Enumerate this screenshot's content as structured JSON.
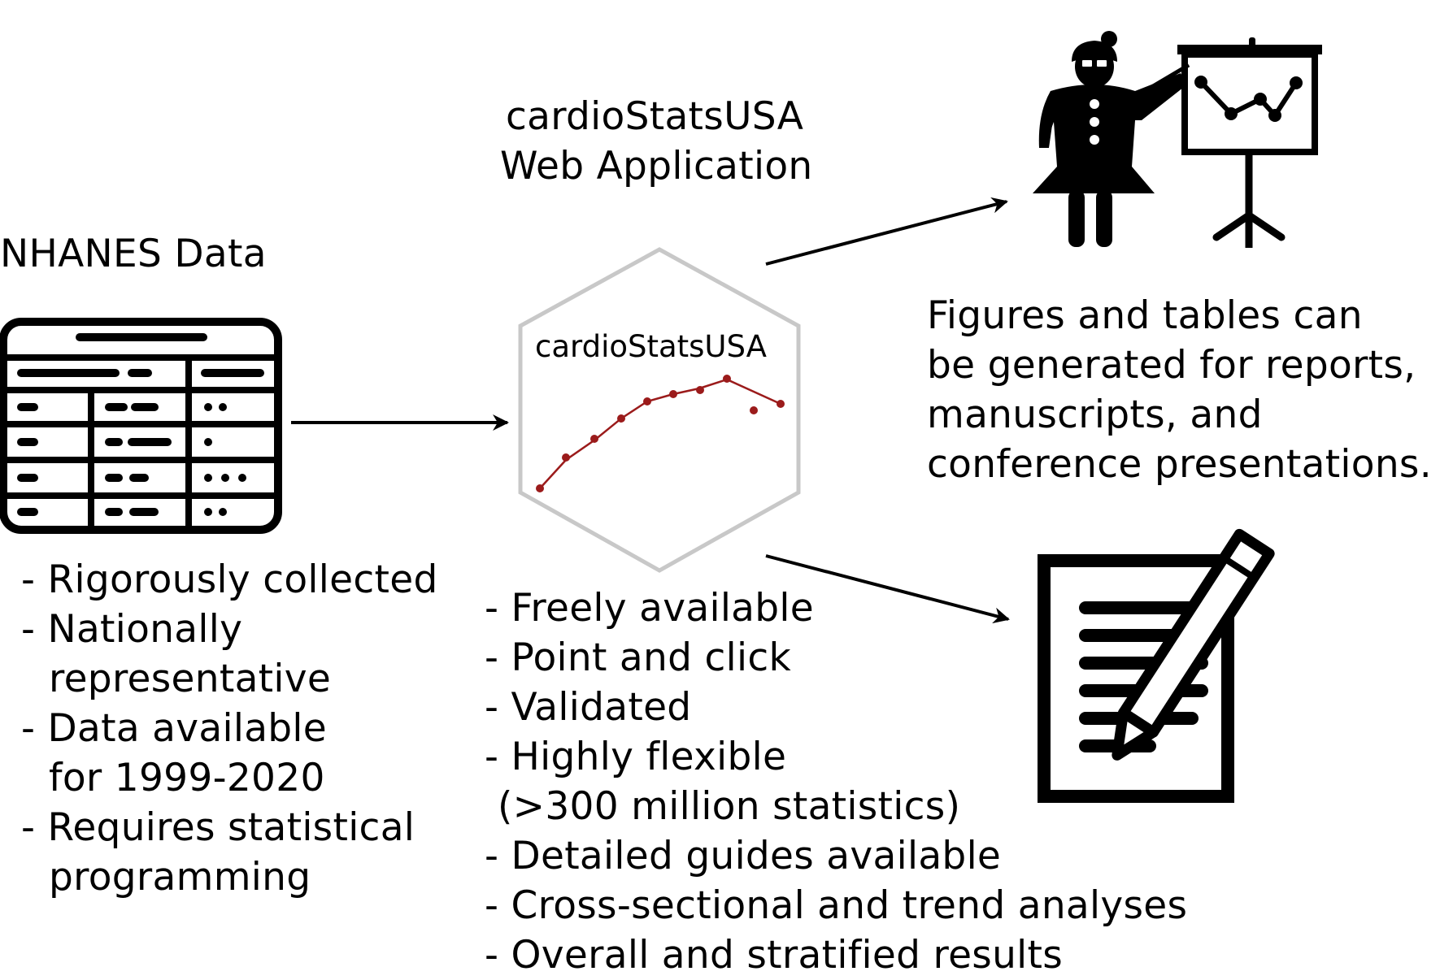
{
  "nhanes": {
    "title": "NHANES Data",
    "bullets": [
      "- Rigorously collected",
      "- Nationally",
      "representative",
      "- Data available",
      "for 1999-2020",
      "- Requires statistical",
      "programming"
    ]
  },
  "app": {
    "title_line1": "cardioStatsUSA",
    "title_line2": "Web Application",
    "logo_text": "cardioStatsUSA",
    "bullets": [
      "- Freely available",
      "- Point and click",
      "- Validated",
      "- Highly flexible",
      "(>300 million statistics)",
      "- Detailed guides available",
      "- Cross-sectional and trend analyses",
      "- Overall and stratified results"
    ]
  },
  "outputs": {
    "lines": [
      "Figures and tables can",
      "be generated for reports,",
      "manuscripts, and",
      "conference presentations."
    ]
  },
  "icons": {
    "table": "data-table-icon",
    "presenter": "presenter-chart-icon",
    "document": "document-pencil-icon",
    "hex_logo": "hex-logo-icon"
  },
  "colors": {
    "line": "#9b1b1b",
    "hex_border": "#c8c8c8",
    "ink": "#000000"
  }
}
